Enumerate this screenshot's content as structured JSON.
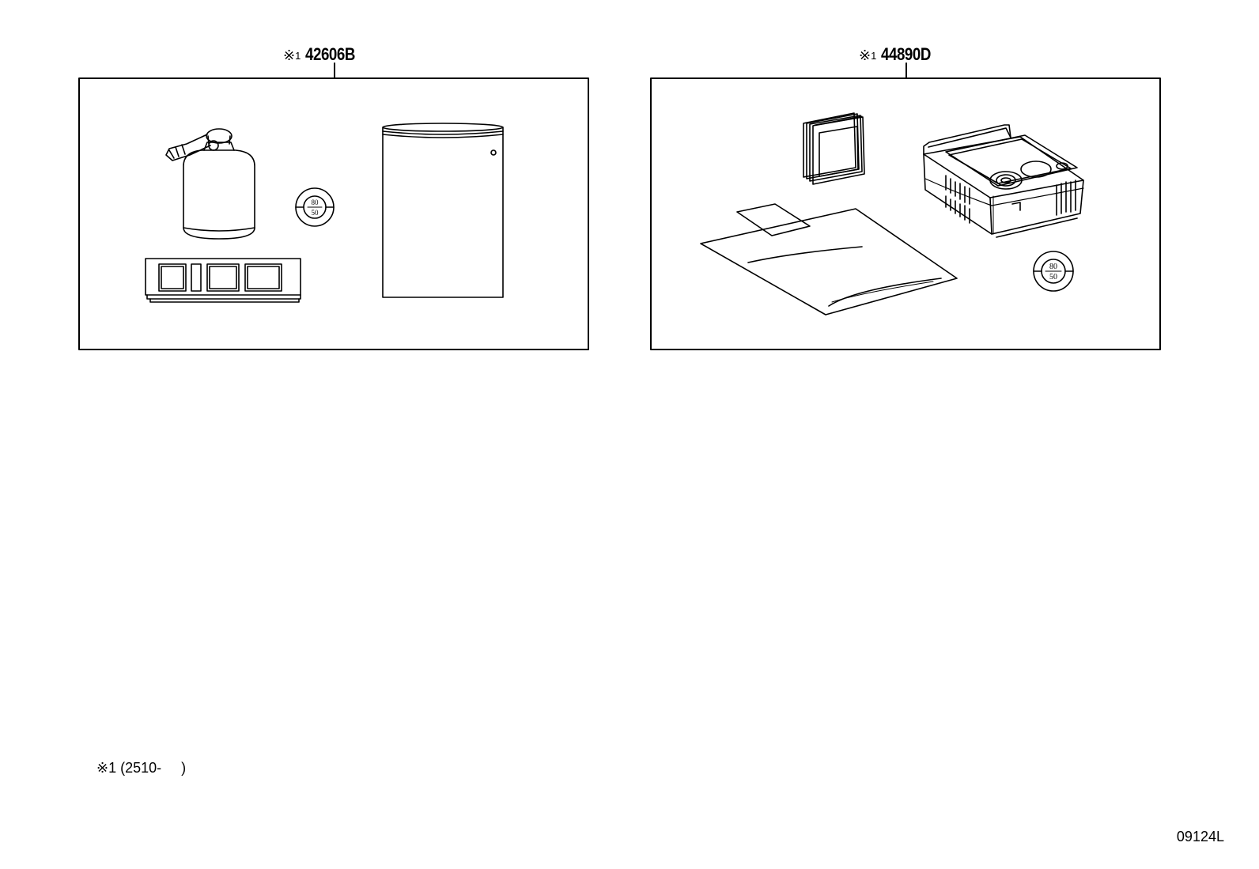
{
  "left_kit": {
    "marker": "※",
    "marker_index": "1",
    "part_number": "42606B",
    "pressure_sticker": {
      "top": "80",
      "bottom": "50"
    }
  },
  "right_kit": {
    "marker": "※",
    "marker_index": "1",
    "part_number": "44890D",
    "pressure_sticker": {
      "top": "80",
      "bottom": "50"
    }
  },
  "footnote": {
    "text": "※1 (2510-     )"
  },
  "figure_code": "09124L",
  "colors": {
    "line": "#000000",
    "background": "#ffffff"
  }
}
